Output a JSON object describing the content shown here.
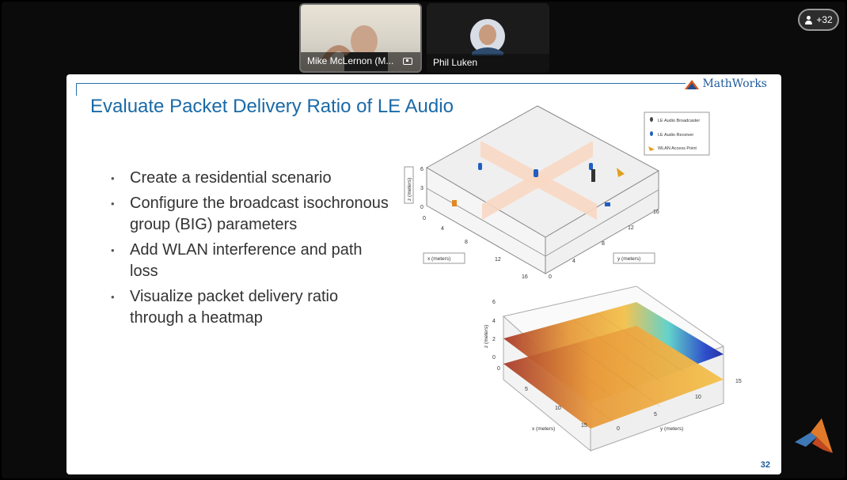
{
  "meeting": {
    "participants": [
      {
        "name": "Mike McLernon (M..."
      },
      {
        "name": "Phil Luken"
      }
    ],
    "participant_count": "+32"
  },
  "slide": {
    "logo_text": "MathWorks",
    "title": "Evaluate Packet Delivery Ratio of LE Audio",
    "bullets": [
      "Create a residential scenario",
      "Configure the broadcast isochronous group (BIG) parameters",
      "Add WLAN interference and path loss",
      "Visualize packet delivery ratio through a heatmap"
    ],
    "page_number": "32",
    "scene": {
      "legend": [
        "LE Audio Broadcaster",
        "LE Audio Receiver",
        "WLAN Access Point"
      ],
      "xlabel": "x (meters)",
      "ylabel": "y (meters)",
      "zlabel": "z (meters)",
      "x_ticks": [
        "0",
        "4",
        "8",
        "12",
        "16"
      ],
      "y_ticks": [
        "0",
        "4",
        "8",
        "12",
        "16"
      ],
      "z_ticks": [
        "0",
        "3",
        "6"
      ]
    },
    "heatmap": {
      "xlabel": "x (meters)",
      "ylabel": "y (meters)",
      "zlabel": "z (meters)",
      "x_ticks": [
        "0",
        "5",
        "10",
        "15"
      ],
      "y_ticks": [
        "0",
        "5",
        "10",
        "15"
      ],
      "z_ticks": [
        "0",
        "2",
        "4",
        "6"
      ]
    }
  }
}
